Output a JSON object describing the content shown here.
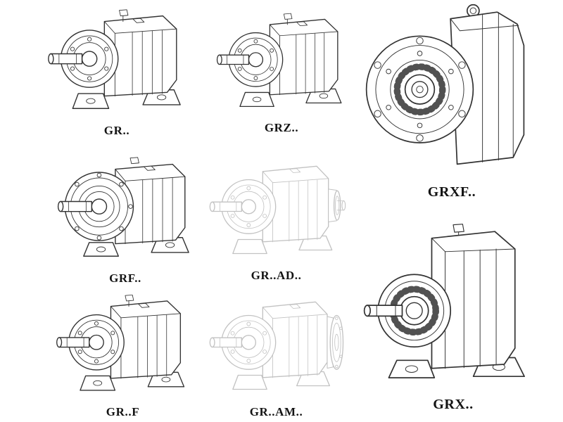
{
  "colors": {
    "line": "#333333",
    "faint_line": "#c2c2c2",
    "label": "#141414",
    "background": "#ffffff"
  },
  "items": [
    {
      "id": "gr",
      "label": "GR..",
      "icon": "foot-mounted-gearbox-icon",
      "tone": "solid"
    },
    {
      "id": "grz",
      "label": "GRZ..",
      "icon": "foot-mounted-gearbox-icon",
      "tone": "solid"
    },
    {
      "id": "grxf",
      "label": "GRXF..",
      "icon": "front-flange-gearbox-icon",
      "tone": "solid"
    },
    {
      "id": "grf",
      "label": "GRF..",
      "icon": "flange-mounted-gearbox-icon",
      "tone": "solid"
    },
    {
      "id": "grad",
      "label": "GR..AD..",
      "icon": "input-adapter-gearbox-icon",
      "tone": "faint"
    },
    {
      "id": "grx",
      "label": "GRX..",
      "icon": "large-foot-gearbox-icon",
      "tone": "solid"
    },
    {
      "id": "grff",
      "label": "GR..F",
      "icon": "foot-mounted-gearbox-icon",
      "tone": "solid"
    },
    {
      "id": "gram",
      "label": "GR..AM..",
      "icon": "motor-flange-gearbox-icon",
      "tone": "faint"
    }
  ]
}
